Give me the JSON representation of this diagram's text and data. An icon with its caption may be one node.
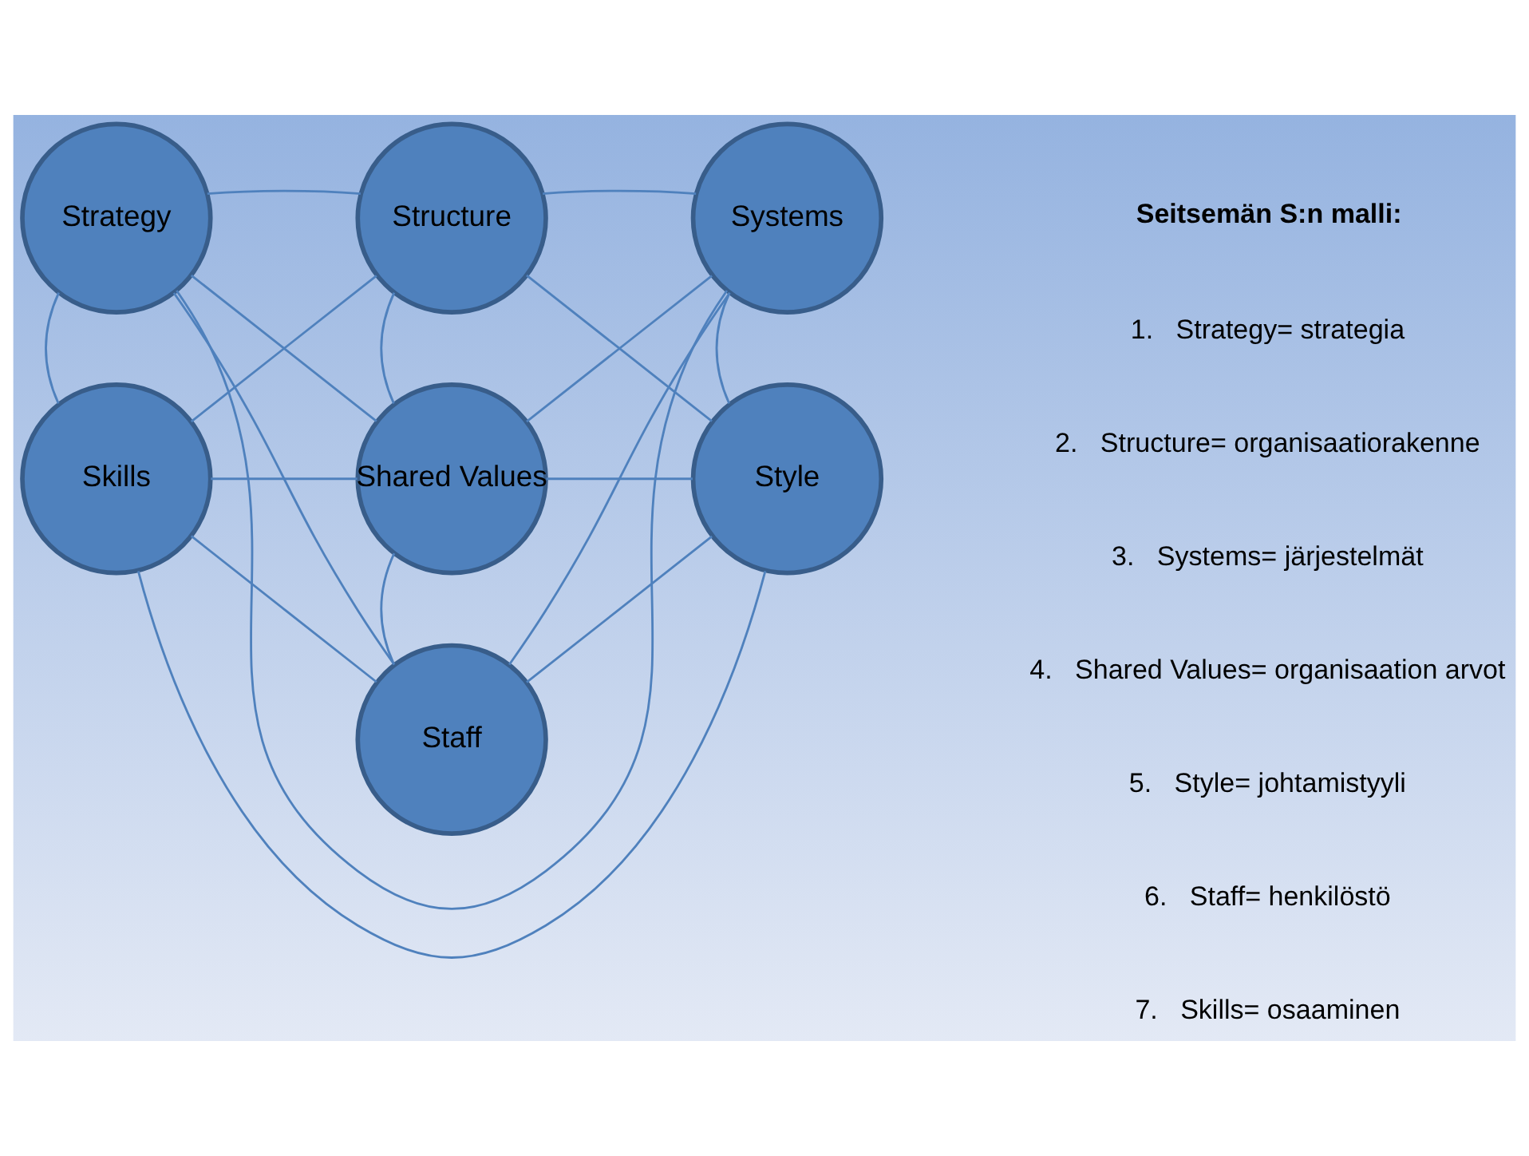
{
  "diagram": {
    "nodes": [
      {
        "text": [
          "Structure"
        ]
      },
      {
        "text": [
          "Strategy"
        ]
      },
      {
        "text": [
          "Systems"
        ]
      },
      {
        "text": [
          "Shared Values"
        ]
      },
      {
        "text": [
          "Skills"
        ]
      },
      {
        "text": [
          "Style"
        ]
      },
      {
        "text": [
          "Staff"
        ]
      }
    ],
    "edges": [
      {
        "from": 0,
        "to": 1,
        "arrow": "none"
      },
      {
        "from": 0,
        "to": 2,
        "arrow": "none"
      },
      {
        "from": 0,
        "to": 3,
        "arrow": "none"
      },
      {
        "from": 0,
        "to": 4,
        "arrow": "none"
      },
      {
        "from": 0,
        "to": 5,
        "arrow": "none"
      },
      {
        "from": 1,
        "to": 2,
        "arrow": "none"
      },
      {
        "from": 1,
        "to": 3,
        "arrow": "none"
      },
      {
        "from": 1,
        "to": 4,
        "arrow": "none"
      },
      {
        "from": 1,
        "to": 6,
        "arrow": "none"
      },
      {
        "from": 2,
        "to": 3,
        "arrow": "none"
      },
      {
        "from": 2,
        "to": 5,
        "arrow": "none"
      },
      {
        "from": 2,
        "to": 6,
        "arrow": "none"
      },
      {
        "from": 3,
        "to": 4,
        "arrow": "none"
      },
      {
        "from": 3,
        "to": 5,
        "arrow": "none"
      },
      {
        "from": 3,
        "to": 6,
        "arrow": "none"
      },
      {
        "from": 4,
        "to": 5,
        "arrow": "none"
      },
      {
        "from": 4,
        "to": 6,
        "arrow": "none"
      },
      {
        "from": 5,
        "to": 6,
        "arrow": "none"
      }
    ],
    "labels": [
      "Seitsemän S:n malli:",
      "1.   Strategy= strategia",
      "2.   Structure= organisaatiorakenne",
      "3.   Systems= järjestelmät",
      "4.   Shared Values= organisaation arvot",
      "5.   Style= johtamistyyli",
      "6.   Staff= henkilöstö",
      "7.   Skills= osaaminen"
    ]
  }
}
